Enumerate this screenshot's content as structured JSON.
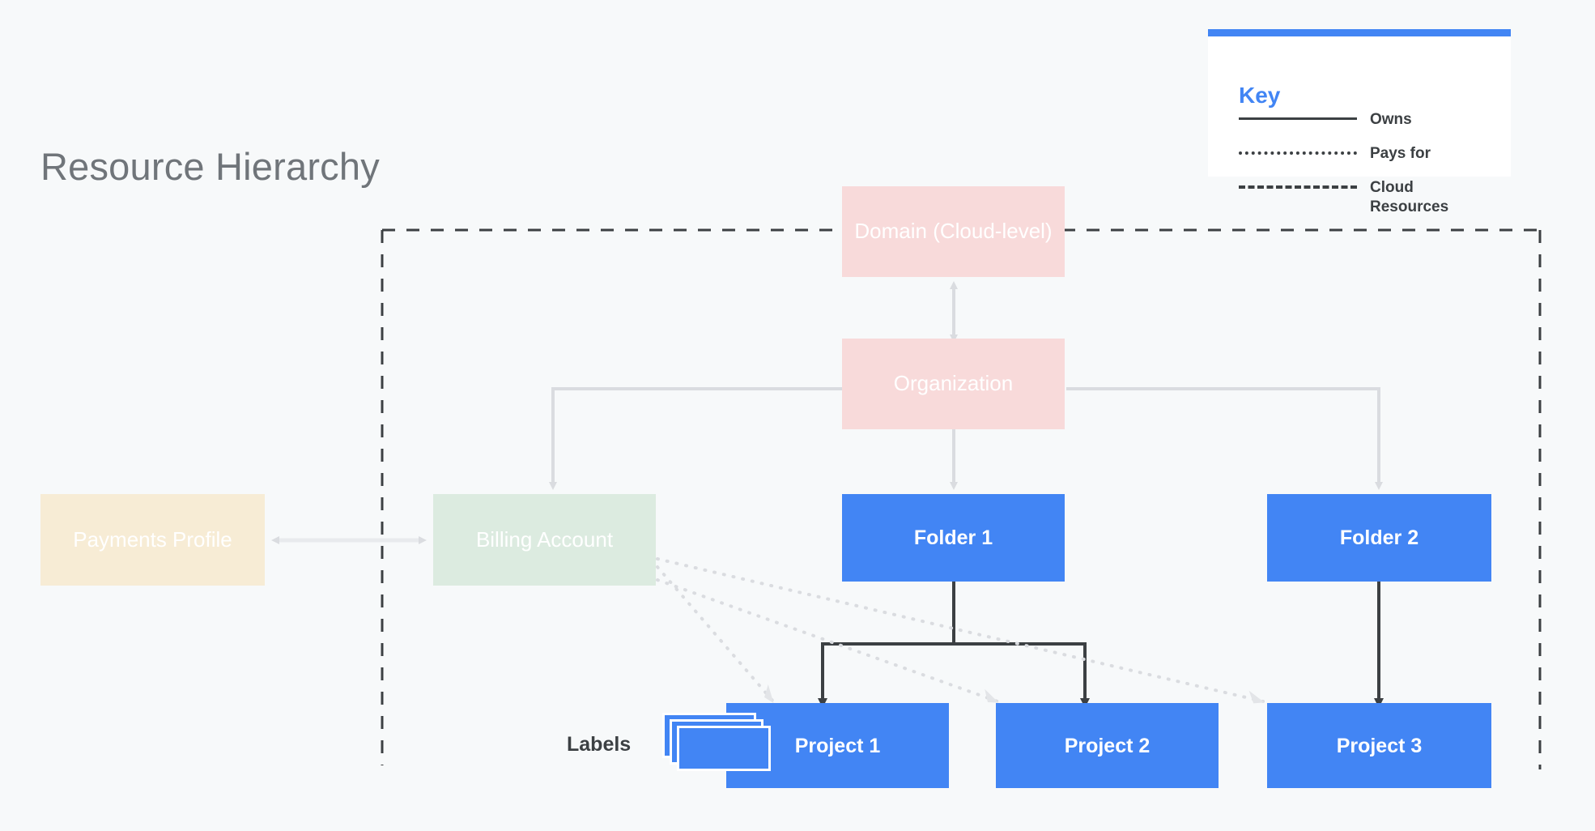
{
  "page": {
    "title": "Resource Hierarchy",
    "background_color": "#f7f9fa"
  },
  "colors": {
    "accent_blue": "#4285f4",
    "pink": "#f8dada",
    "cream": "#f7ecd5",
    "green": "#dcebe0",
    "title_gray": "#70757a",
    "text_dark": "#3c4043",
    "connector_gray": "#dadce0",
    "connector_dark": "#3c4043"
  },
  "key": {
    "title": "Key",
    "rows": [
      {
        "style": "solid",
        "label": "Owns"
      },
      {
        "style": "dotted",
        "label": "Pays for"
      },
      {
        "style": "dashed",
        "label": "Cloud\nResources"
      }
    ]
  },
  "nodes": {
    "domain": {
      "label": "Domain (Cloud-level)",
      "kind": "pink"
    },
    "organization": {
      "label": "Organization",
      "kind": "pink"
    },
    "payments_profile": {
      "label": "Payments Profile",
      "kind": "cream"
    },
    "billing_account": {
      "label": "Billing Account",
      "kind": "green"
    },
    "folder1": {
      "label": "Folder 1",
      "kind": "blue"
    },
    "folder2": {
      "label": "Folder 2",
      "kind": "blue"
    },
    "project1": {
      "label": "Project 1",
      "kind": "blue"
    },
    "project2": {
      "label": "Project 2",
      "kind": "blue"
    },
    "project3": {
      "label": "Project 3",
      "kind": "blue"
    }
  },
  "labels_group": {
    "caption": "Labels"
  }
}
